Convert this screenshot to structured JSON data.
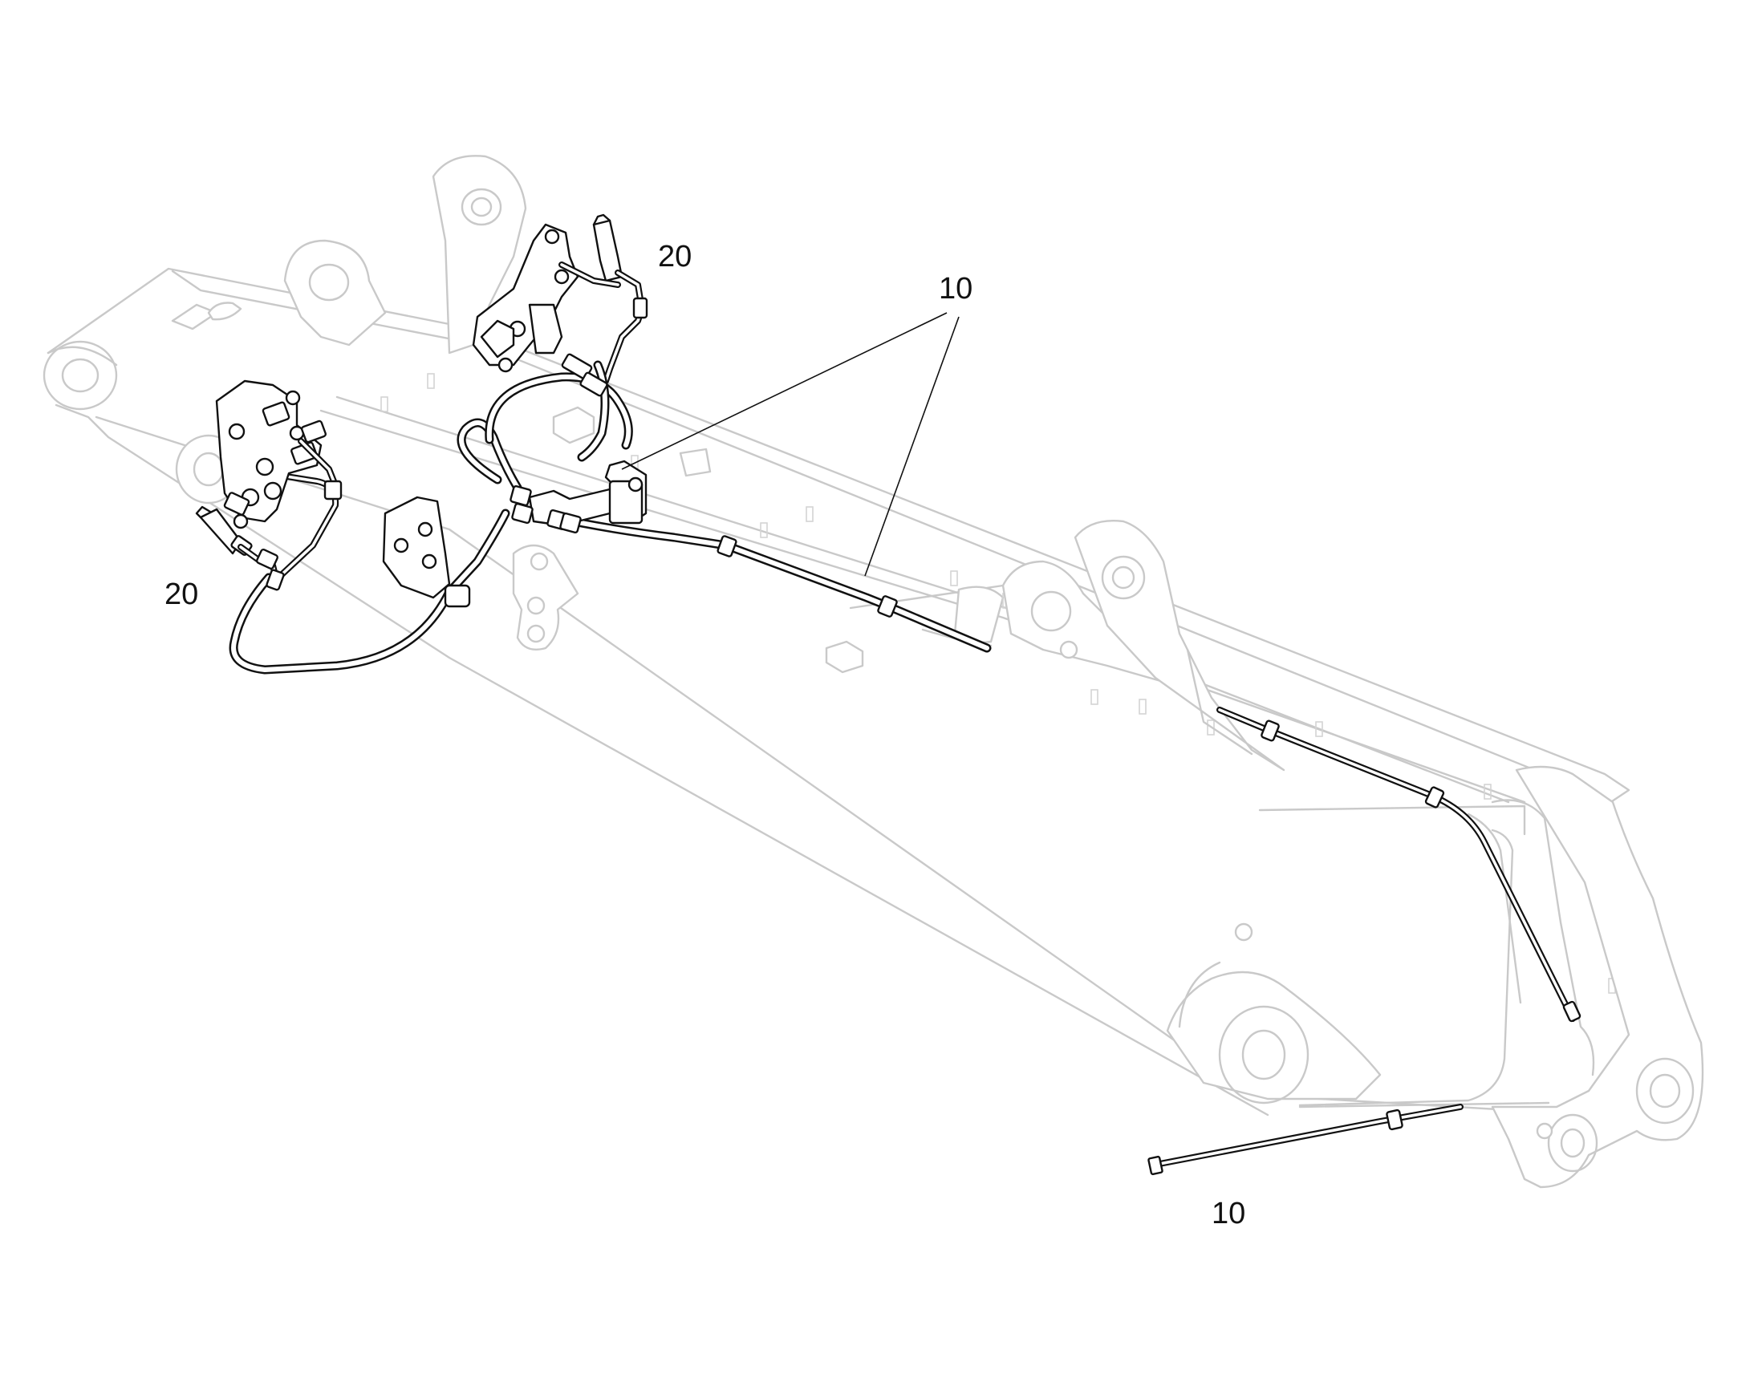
{
  "callouts": {
    "hose_assembly_top": "10",
    "hose_assembly_bottom": "10",
    "pilot_valve_right": "20",
    "pilot_valve_left": "20"
  }
}
